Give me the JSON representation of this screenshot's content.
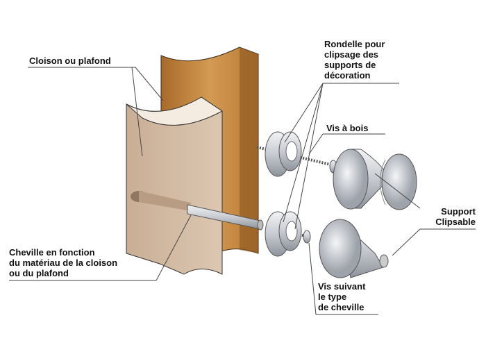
{
  "labels": {
    "wall": "Cloison ou plafond",
    "washer": [
      "Rondelle pour",
      "clipsage des",
      "supports de",
      "décoration"
    ],
    "wood_screw": "Vis à bois",
    "support": [
      "Support",
      "Clipsable"
    ],
    "anchor": [
      "Cheville en fonction",
      "du matériau de la cloison",
      "ou du plafond"
    ],
    "screw_type": [
      "Vis suivant",
      "le type",
      "de cheville"
    ]
  },
  "colors": {
    "wood": "#C7873D",
    "wall_face": "#D8C3AE",
    "metal": "#C9CCD2",
    "line": "#444444"
  }
}
